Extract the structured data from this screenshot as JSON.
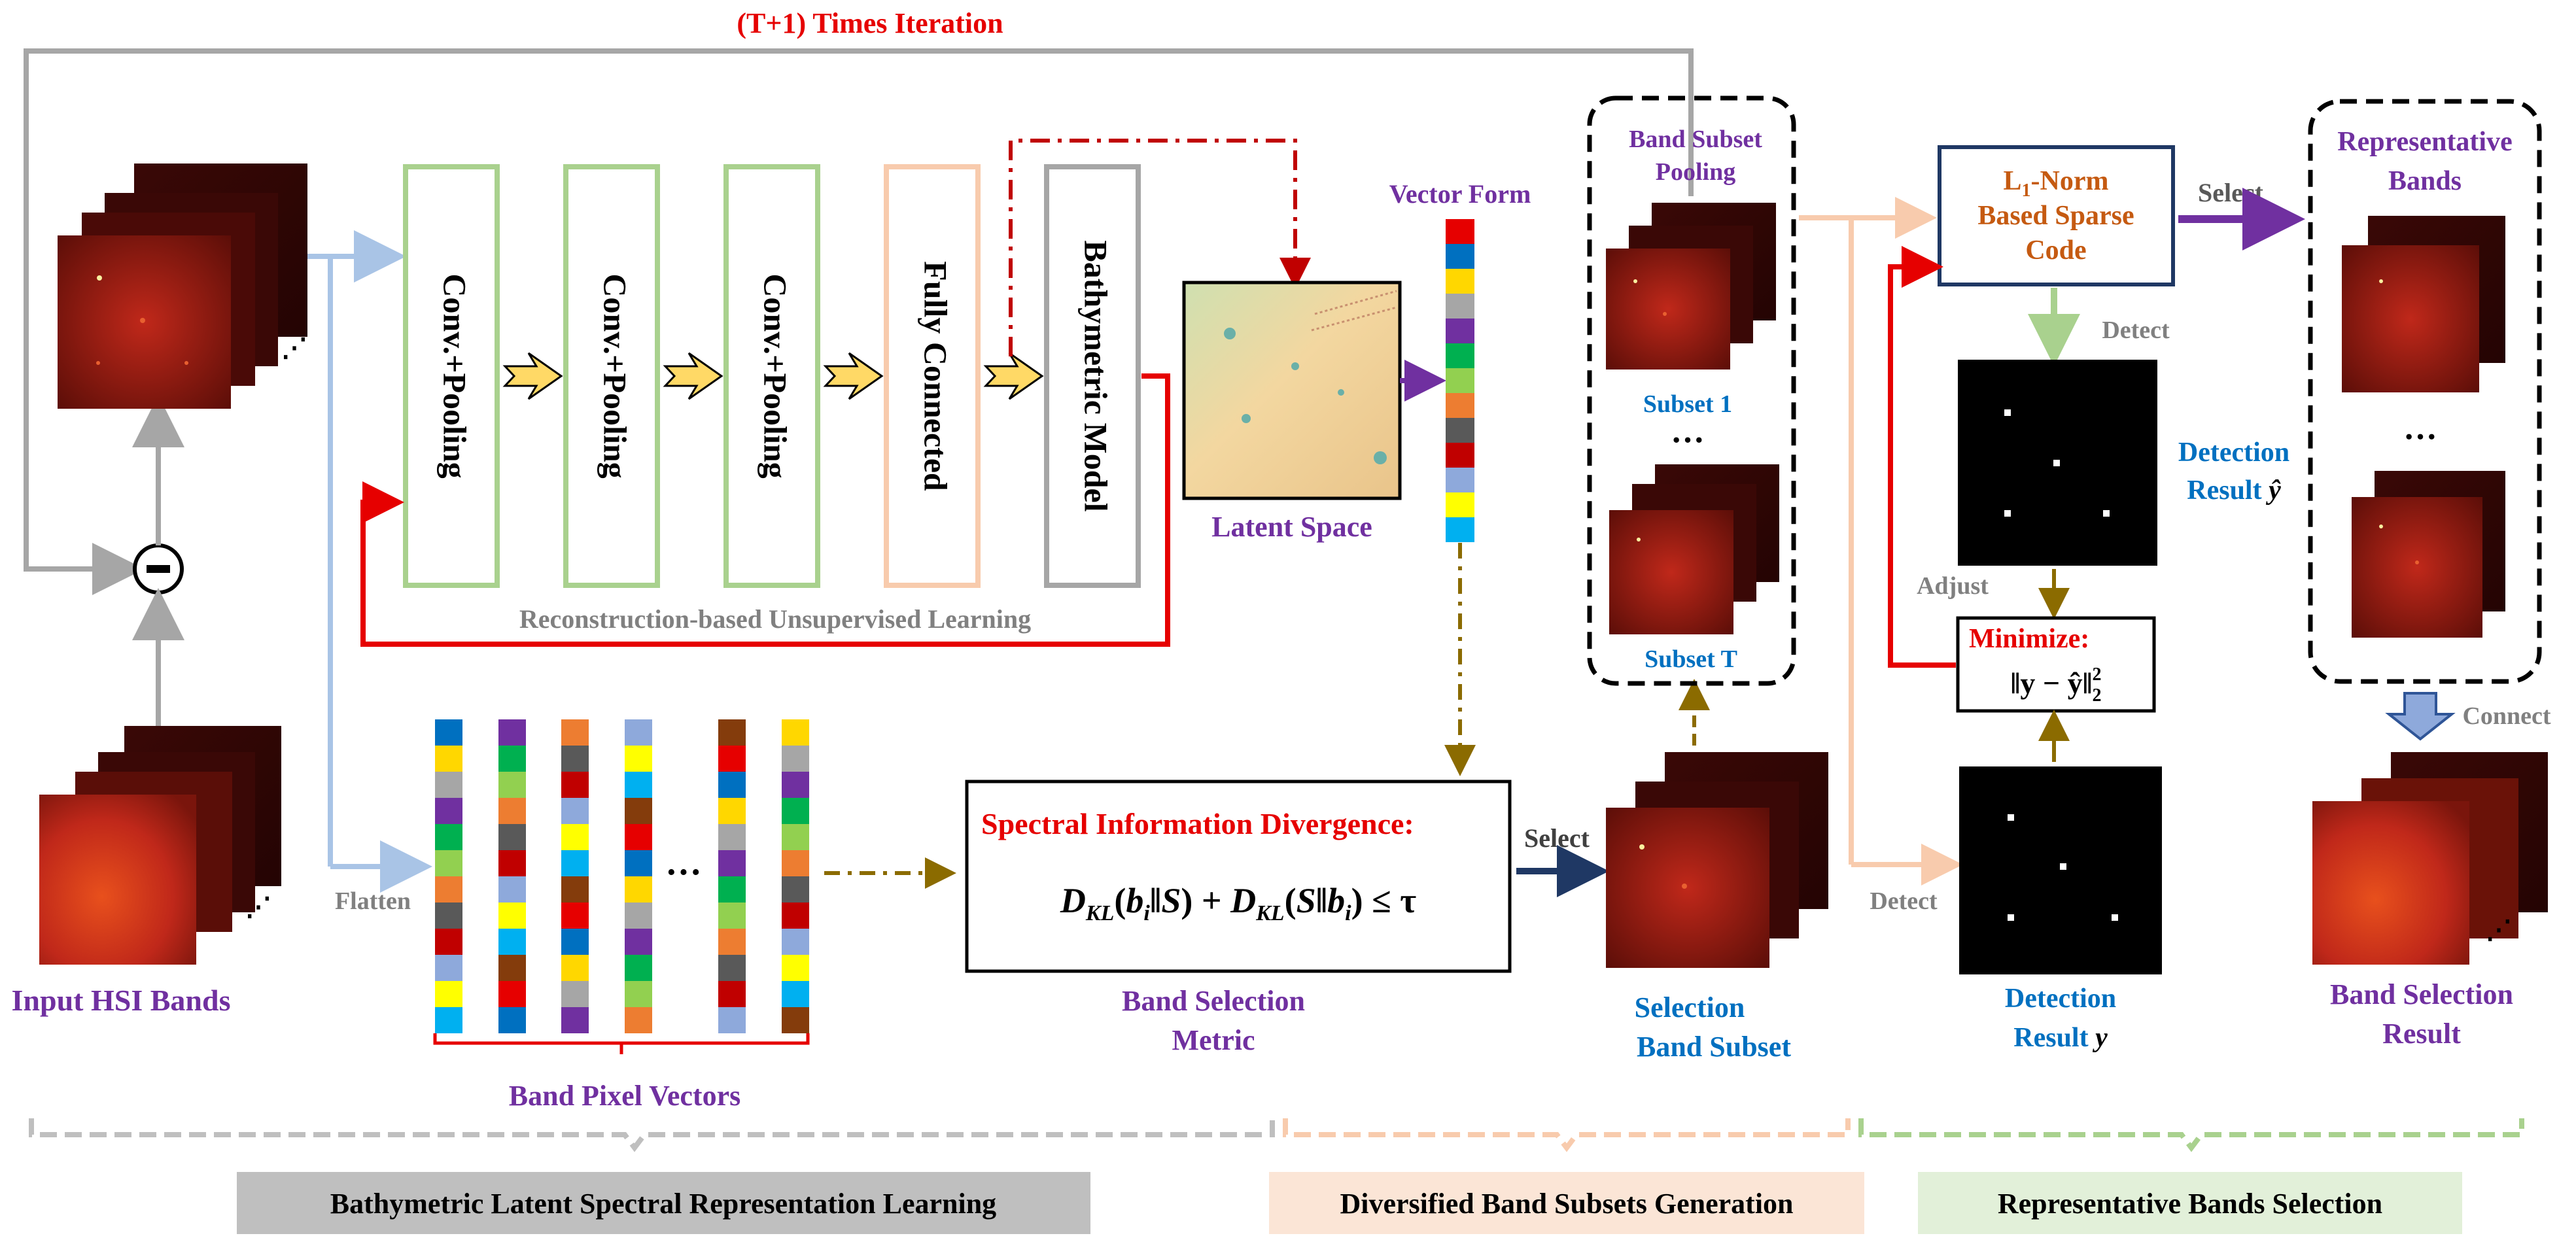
{
  "iteration_label": "(T+1) Times Iteration",
  "input": {
    "label": "Input HSI Bands",
    "flatten_label": "Flatten"
  },
  "network": {
    "blocks": [
      "Conv.+Pooling",
      "Conv.+Pooling",
      "Conv.+Pooling",
      "Fully Connected",
      "Bathymetric Model"
    ],
    "caption": "Reconstruction-based Unsupervised Learning",
    "latent_label": "Latent Space",
    "vector_label": "Vector Form"
  },
  "pixel_vectors": {
    "label": "Band Pixel Vectors",
    "ellipsis": "···"
  },
  "metric": {
    "title": "Spectral Information Divergence:",
    "formula_parts": [
      "D",
      "KL",
      "(",
      "b",
      "i",
      "‖",
      "S",
      ") + ",
      "D",
      "KL",
      "(",
      "S",
      "‖",
      "b",
      "i",
      ") ≤ τ"
    ],
    "caption_line1": "Band Selection",
    "caption_line2": "Metric",
    "select_label": "Select"
  },
  "subsets": {
    "pooling_line1": "Band Subset",
    "pooling_line2": "Pooling",
    "subset1": "Subset 1",
    "ellipsis": "···",
    "subsetT": "Subset T",
    "selection_line1": "Selection",
    "selection_line2": "Band Subset"
  },
  "sparse": {
    "line1_prefix": "L",
    "line1_sub": "1",
    "line1_suffix": "-Norm",
    "line2": "Based Sparse",
    "line3": "Code",
    "select_label": "Select",
    "detect_label": "Detect",
    "adjust_label": "Adjust",
    "detect_label2": "Detect"
  },
  "detection": {
    "pred_line1": "Detection",
    "pred_line2": "Result",
    "pred_symbol": "ŷ",
    "true_line1": "Detection",
    "true_line2": "Result",
    "true_symbol": "y",
    "minimize_label": "Minimize:",
    "minimize_formula": "‖y − ŷ‖",
    "minimize_sup": "2",
    "minimize_sub": "2"
  },
  "representative": {
    "line1": "Representative",
    "line2": "Bands",
    "ellipsis": "···",
    "connect_label": "Connect",
    "result_line1": "Band Selection",
    "result_line2": "Result"
  },
  "stages": {
    "stage1": "Bathymetric Latent Spectral Representation Learning",
    "stage2": "Diversified Band Subsets Generation",
    "stage3": "Representative Bands Selection"
  },
  "colors": {
    "purple": "#7030a0",
    "blue": "#0070c0",
    "red": "#e60000",
    "orange_text": "#c55a11",
    "navy": "#1f3864",
    "green_box": "#a9d18e",
    "peach_box": "#f8cbad",
    "gray": "#a6a6a6",
    "olive": "#8b6b00"
  }
}
